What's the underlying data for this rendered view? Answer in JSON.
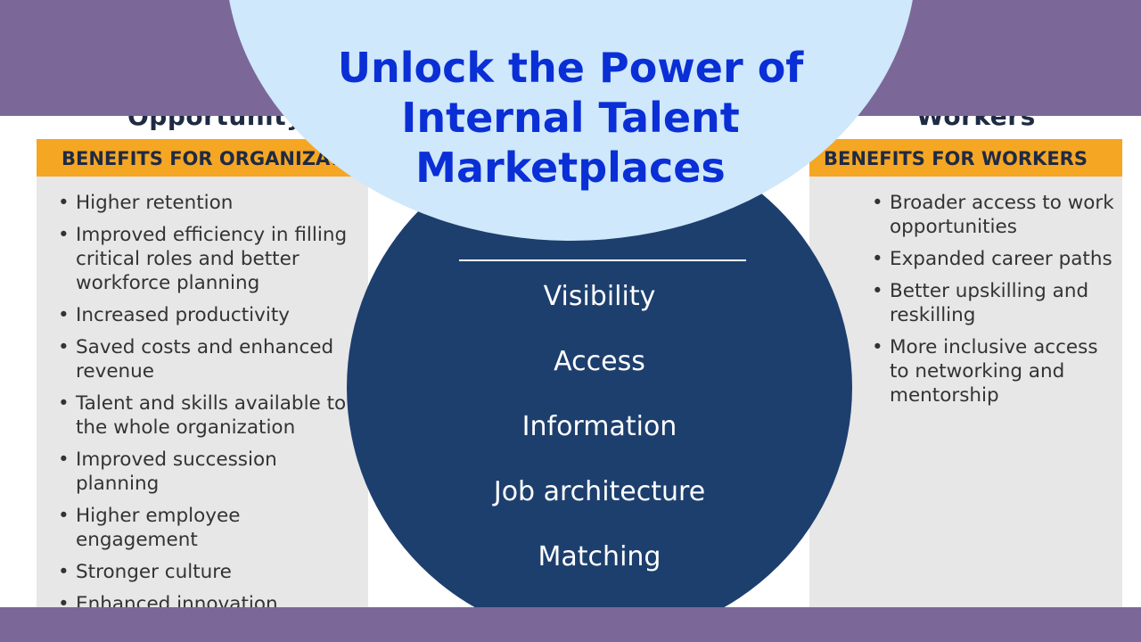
{
  "title": "Unlock the Power of Internal Talent Marketplaces",
  "headings": {
    "left": "Opportunity",
    "right": "Workers"
  },
  "left_panel": {
    "header": "BENEFITS FOR ORGANIZATIONS",
    "items": [
      "Higher retention",
      "Improved efficiency in filling critical roles and better workforce planning",
      "Increased productivity",
      "Saved costs and enhanced revenue",
      "Talent and skills available to the whole organization",
      "Improved succession planning",
      "Higher employee engagement",
      "Stronger culture",
      "Enhanced innovation"
    ]
  },
  "right_panel": {
    "header": "BENEFITS FOR WORKERS",
    "items": [
      "Broader access to work opportunities",
      "Expanded career paths",
      "Better upskilling and reskilling",
      "More inclusive access to networking and mentorship"
    ]
  },
  "circle": {
    "items": [
      "Visibility",
      "Access",
      "Information",
      "Job architecture",
      "Matching"
    ]
  },
  "colors": {
    "band": "#7b6898",
    "title": "#0a2fd6",
    "bubble": "#cfe8fb",
    "circle": "#1d3f6e",
    "panel_header": "#f5a623",
    "panel": "#e7e7e7"
  }
}
